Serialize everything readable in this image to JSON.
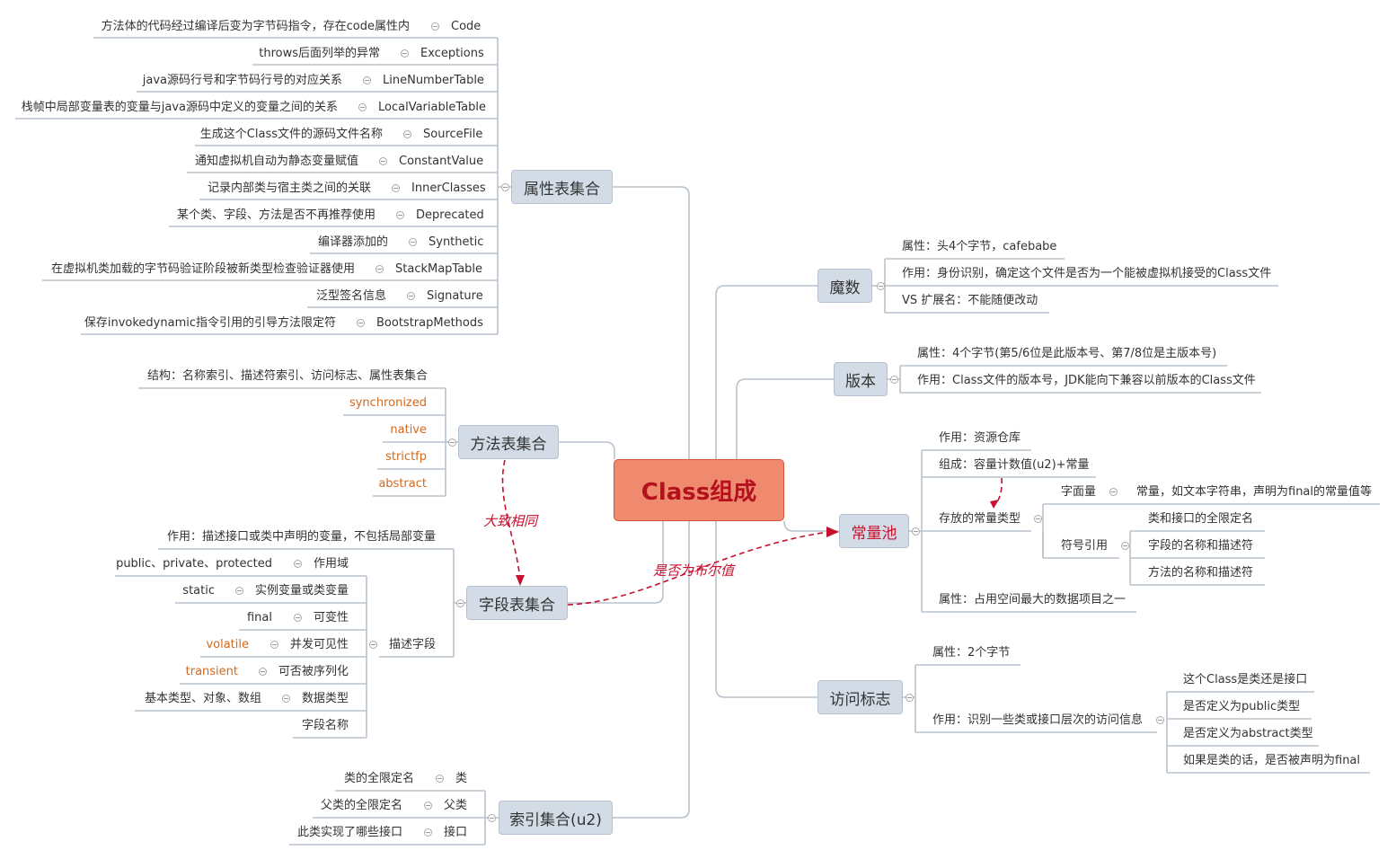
{
  "root": "Class组成",
  "attribute_table": {
    "title": "属性表集合",
    "items": [
      {
        "name": "Code",
        "desc": "方法体的代码经过编译后变为字节码指令，存在code属性内"
      },
      {
        "name": "Exceptions",
        "desc": "throws后面列举的异常"
      },
      {
        "name": "LineNumberTable",
        "desc": "java源码行号和字节码行号的对应关系"
      },
      {
        "name": "LocalVariableTable",
        "desc": "栈帧中局部变量表的变量与java源码中定义的变量之间的关系"
      },
      {
        "name": "SourceFile",
        "desc": "生成这个Class文件的源码文件名称"
      },
      {
        "name": "ConstantValue",
        "desc": "通知虚拟机自动为静态变量赋值"
      },
      {
        "name": "InnerClasses",
        "desc": "记录内部类与宿主类之间的关联"
      },
      {
        "name": "Deprecated",
        "desc": "某个类、字段、方法是否不再推荐使用"
      },
      {
        "name": "Synthetic",
        "desc": "编译器添加的"
      },
      {
        "name": "StackMapTable",
        "desc": "在虚拟机类加载的字节码验证阶段被新类型检查验证器使用"
      },
      {
        "name": "Signature",
        "desc": "泛型签名信息"
      },
      {
        "name": "BootstrapMethods",
        "desc": "保存invokedynamic指令引用的引导方法限定符"
      }
    ]
  },
  "method_table": {
    "title": "方法表集合",
    "structure": "结构：名称索引、描述符索引、访问标志、属性表集合",
    "flags": [
      "synchronized",
      "native",
      "strictfp",
      "abstract"
    ]
  },
  "relation_similar": "大致相同",
  "relation_boolean": "是否为布尔值",
  "field_table": {
    "title": "字段表集合",
    "purpose": "作用：描述接口或类中声明的变量，不包括局部变量",
    "describe_label": "描述字段",
    "describe": [
      {
        "name": "作用域",
        "value": "public、private、protected"
      },
      {
        "name": "实例变量或类变量",
        "value": "static"
      },
      {
        "name": "可变性",
        "value": "final"
      },
      {
        "name": "并发可见性",
        "value": "volatile"
      },
      {
        "name": "可否被序列化",
        "value": "transient"
      },
      {
        "name": "数据类型",
        "value": "基本类型、对象、数组"
      },
      {
        "name": "字段名称",
        "value": ""
      }
    ]
  },
  "index_set": {
    "title": "索引集合(u2)",
    "items": [
      {
        "name": "类",
        "desc": "类的全限定名"
      },
      {
        "name": "父类",
        "desc": "父类的全限定名"
      },
      {
        "name": "接口",
        "desc": "此类实现了哪些接口"
      }
    ]
  },
  "magic": {
    "title": "魔数",
    "items": [
      "属性：头4个字节，cafebabe",
      "作用：身份识别，确定这个文件是否为一个能被虚拟机接受的Class文件",
      "VS 扩展名：不能随便改动"
    ]
  },
  "version": {
    "title": "版本",
    "items": [
      "属性：4个字节(第5/6位是此版本号、第7/8位是主版本号)",
      "作用：Class文件的版本号，JDK能向下兼容以前版本的Class文件"
    ]
  },
  "constant_pool": {
    "title": "常量池",
    "usage": "作用：资源仓库",
    "composition": "组成：容量计数值(u2)+常量",
    "types_label": "存放的常量类型",
    "literal_label": "字面量",
    "literal_desc": "常量，如文本字符串，声明为final的常量值等",
    "symbol_label": "符号引用",
    "symbol_items": [
      "类和接口的全限定名",
      "字段的名称和描述符",
      "方法的名称和描述符"
    ],
    "attr": "属性：占用空间最大的数据项目之一"
  },
  "access_flags": {
    "title": "访问标志",
    "attr": "属性：2个字节",
    "usage": "作用：识别一些类或接口层次的访问信息",
    "items": [
      "这个Class是类还是接口",
      "是否定义为public类型",
      "是否定义为abstract类型",
      "如果是类的话，是否被声明为final"
    ]
  }
}
